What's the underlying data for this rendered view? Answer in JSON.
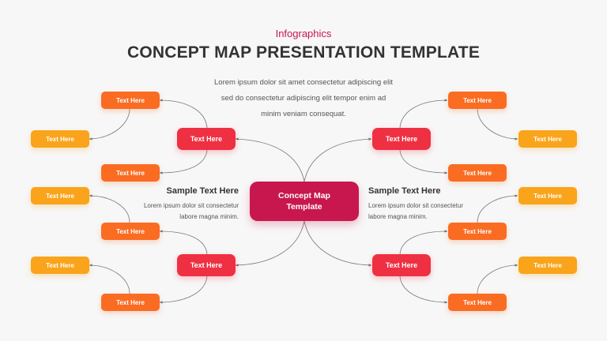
{
  "header": {
    "eyebrow": "Infographics",
    "title": "CONCEPT MAP PRESENTATION TEMPLATE",
    "intro_lines": [
      "Lorem ipsum dolor sit amet consectetur adipiscing elit",
      "sed do consectetur adipiscing elit tempor enim ad",
      "minim veniam consequat."
    ]
  },
  "center": {
    "lines": [
      "Concept Map",
      "Template"
    ]
  },
  "hubs": [
    "Text Here",
    "Text Here",
    "Text Here",
    "Text Here"
  ],
  "leaves": {
    "top_left": [
      "Text Here",
      "Text Here",
      "Text Here"
    ],
    "bottom_left": [
      "Text Here",
      "Text Here",
      "Text Here",
      "Text Here"
    ],
    "top_right": [
      "Text Here",
      "Text Here",
      "Text Here"
    ],
    "bottom_right": [
      "Text Here",
      "Text Here",
      "Text Here",
      "Text Here"
    ]
  },
  "side_notes": {
    "left": {
      "heading": "Sample Text Here",
      "lines": [
        "Lorem ipsum dolor sit consectetur",
        "labore magna minim."
      ]
    },
    "right": {
      "heading": "Sample Text Here",
      "lines": [
        "Lorem ipsum dolor sit consectetur",
        "labore magna minim."
      ]
    }
  },
  "colors": {
    "center": "#c8174f",
    "hub": "#ef3042",
    "leaf_orange": "#fa6c22",
    "leaf_amber": "#f9a41a"
  }
}
